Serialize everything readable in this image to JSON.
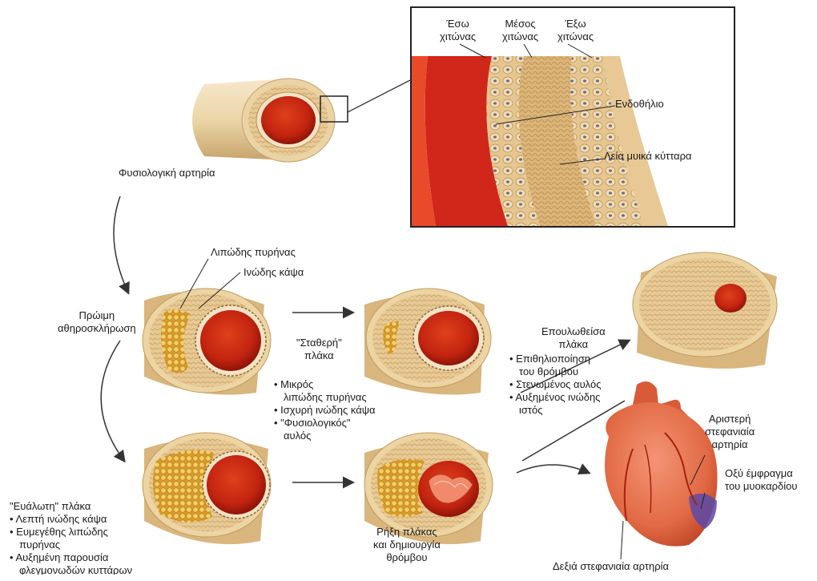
{
  "top": {
    "normal_artery": "Φυσιολογική αρτηρία"
  },
  "inset": {
    "inner_layer": [
      "Έσω",
      "χιτώνας"
    ],
    "middle_layer": [
      "Μέσος",
      "χιτώνας"
    ],
    "outer_layer": [
      "Έξω",
      "χιτώνας"
    ],
    "endothelium": "Ενδοθήλιο",
    "smooth_muscle": "Λεία μυικά κύτταρα"
  },
  "early": {
    "lipid_core": "Λιπώδης πυρήνας",
    "fibrous_cap": "Ινώδης κάψα",
    "early_atherosclerosis": [
      "Πρώιμη",
      "αθηροσκλήρωση"
    ]
  },
  "stable": {
    "title": [
      "\"Σταθερή\"",
      "πλάκα"
    ],
    "bullets": [
      [
        "Μικρός",
        "λιπώδης πυρήνας"
      ],
      [
        "Ισχυρή ινώδης κάψα"
      ],
      [
        "\"Φυσιολογικός\"",
        "αυλός"
      ]
    ]
  },
  "healed": {
    "title": [
      "Επουλωθείσα",
      "πλάκα"
    ],
    "bullets": [
      [
        "Επιθηλιοποίηση",
        "του θρόμβου"
      ],
      [
        "Στενωμένος αυλός"
      ],
      [
        "Αυξημένος ινώδης",
        "ιστός"
      ]
    ]
  },
  "vulnerable": {
    "title": "\"Ευάλωτη\" πλάκα",
    "bullets": [
      [
        "Λεπτή ινώδης κάψα"
      ],
      [
        "Ευμεγέθης λιπώδης",
        "πυρήνας"
      ],
      [
        "Αυξημένη παρουσία",
        "φλεγμονωδών κυττάρων"
      ]
    ]
  },
  "rupture": [
    "Ρήξη πλάκας",
    "και δημιουργία",
    "θρόμβου"
  ],
  "heart": {
    "left_coronary": [
      "Αριστερή",
      "στεφανιαία",
      "αρτηρία"
    ],
    "infarction": [
      "Οξύ έμφραγμα",
      "του μυοκαρδίου"
    ],
    "right_coronary": "Δεξιά στεφανιαία αρτηρία"
  },
  "colors": {
    "vessel_wall": "#e9cf9c",
    "lumen": "#c8230f",
    "lipid": "#e8b84a",
    "heart": "#e8704d",
    "infarct": "#5a4aa8"
  }
}
